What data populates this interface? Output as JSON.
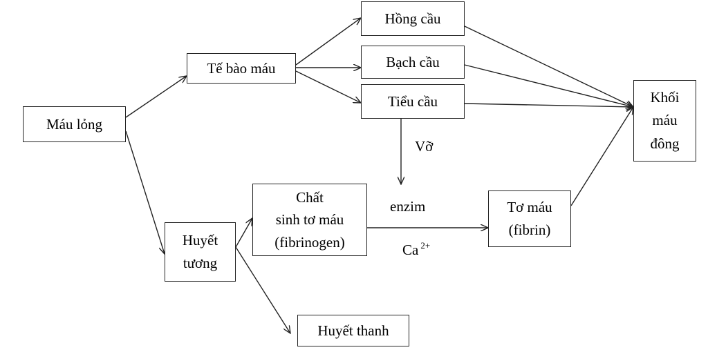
{
  "nodes": {
    "mau_long": "Máu lỏng",
    "te_bao_mau": "Tế bào máu",
    "hong_cau": "Hồng cầu",
    "bach_cau": "Bạch cầu",
    "tieu_cau": "Tiểu cầu",
    "khoi_mau_dong": [
      "Khối",
      "máu",
      "đông"
    ],
    "huyet_tuong": [
      "Huyết",
      "tương"
    ],
    "chat_sinh_to_mau": [
      "Chất",
      "sinh tơ máu",
      "(fibrinogen)"
    ],
    "to_mau": [
      "Tơ máu",
      "(fibrin)"
    ],
    "huyet_thanh": "Huyết thanh"
  },
  "labels": {
    "vo": "Vỡ",
    "enzim": "enzim",
    "ca": "Ca",
    "ca_charge": "2+"
  }
}
